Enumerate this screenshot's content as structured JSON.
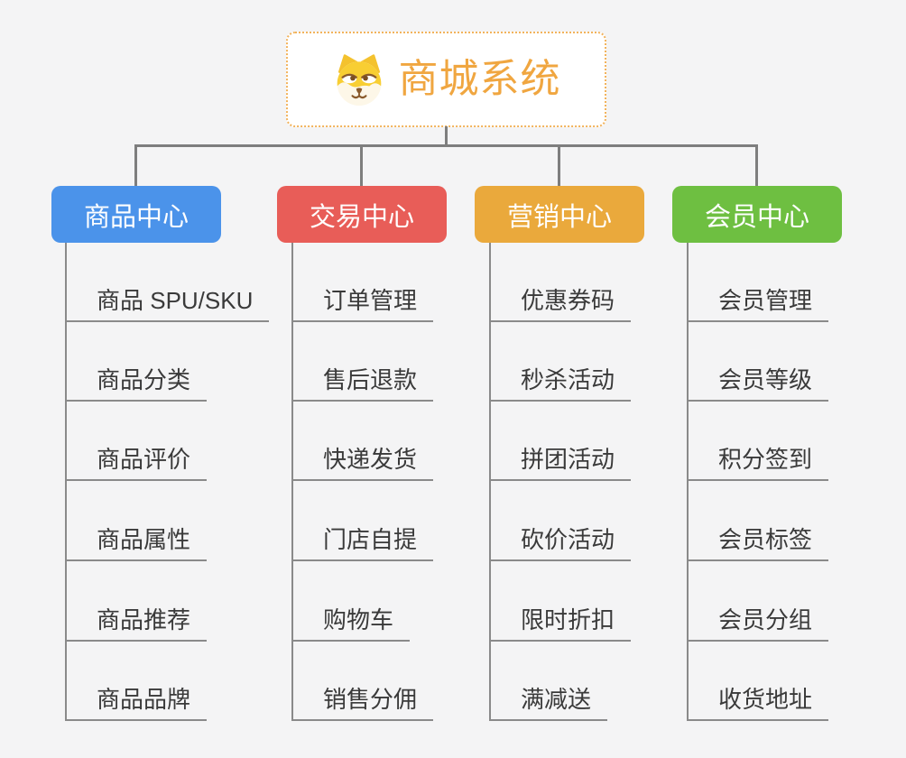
{
  "root": {
    "title": "商城系统",
    "icon": "dog-face-icon",
    "title_color": "#F0A640",
    "border_color": "#F2B35C"
  },
  "branches": [
    {
      "label": "商品中心",
      "color": "#4B93EA",
      "children": [
        "商品 SPU/SKU",
        "商品分类",
        "商品评价",
        "商品属性",
        "商品推荐",
        "商品品牌"
      ]
    },
    {
      "label": "交易中心",
      "color": "#E85D58",
      "children": [
        "订单管理",
        "售后退款",
        "快递发货",
        "门店自提",
        "购物车",
        "销售分佣"
      ]
    },
    {
      "label": "营销中心",
      "color": "#EAA93C",
      "children": [
        "优惠券码",
        "秒杀活动",
        "拼团活动",
        "砍价活动",
        "限时折扣",
        "满减送"
      ]
    },
    {
      "label": "会员中心",
      "color": "#6EBF41",
      "children": [
        "会员管理",
        "会员等级",
        "积分签到",
        "会员标签",
        "会员分组",
        "收货地址"
      ]
    }
  ],
  "colors": {
    "background": "#F4F4F5",
    "connector": "#7E7E7E",
    "leaf_line": "#8A8A8A",
    "leaf_text": "#3A3A3A"
  }
}
